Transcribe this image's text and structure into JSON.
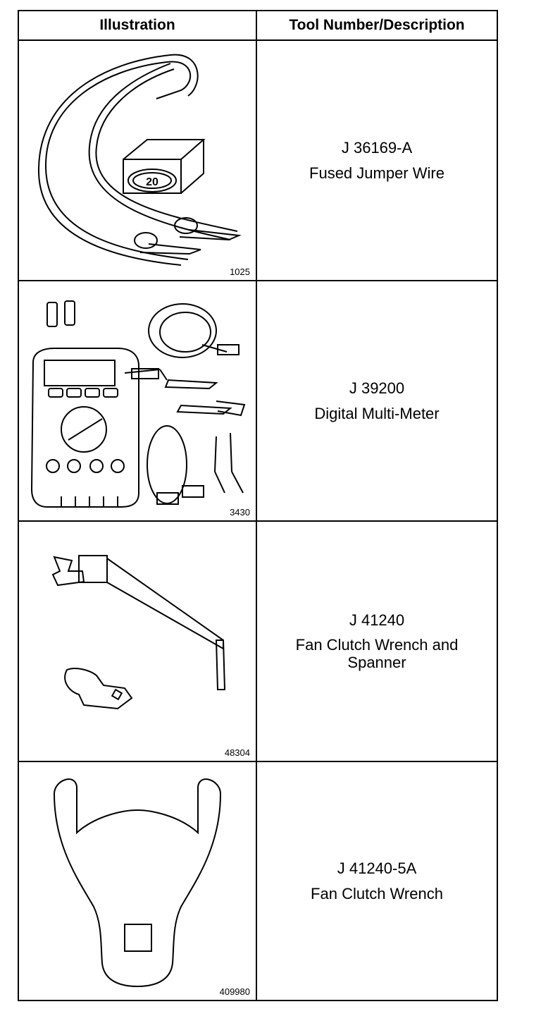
{
  "header": {
    "illustration": "Illustration",
    "tool": "Tool Number/Description"
  },
  "rows": [
    {
      "figure": "1025",
      "tool_number": "J 36169-A",
      "description": "Fused Jumper Wire",
      "box_label": "20"
    },
    {
      "figure": "3430",
      "tool_number": "J 39200",
      "description": "Digital Multi-Meter"
    },
    {
      "figure": "48304",
      "tool_number": "J 41240",
      "description": "Fan Clutch Wrench and Spanner"
    },
    {
      "figure": "409980",
      "tool_number": "J 41240-5A",
      "description": "Fan Clutch Wrench"
    }
  ]
}
